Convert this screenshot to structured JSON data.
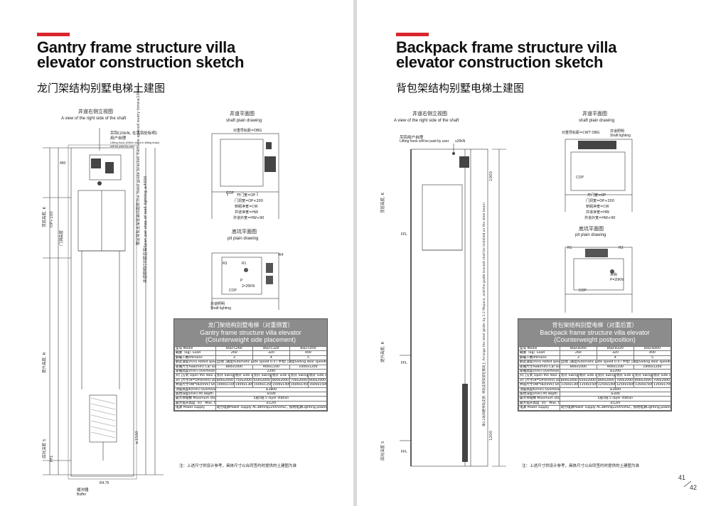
{
  "left": {
    "title_line1": "Gantry frame structure villa",
    "title_line2": "elevator construction sketch",
    "title_cn": "龙门架结构别墅电梯土建图",
    "side_view_cn": "井道右侧立视图",
    "side_view_en": "A view of the right side of the shaft",
    "hook_cn": "吊钩(20kN, 在吊钩处标明)",
    "hook_cn2": "用户自理",
    "hook_en1": "Lifting hook (20kN noted in lifting hoist)",
    "hook_en2": "will be paid by user.",
    "shaft_plain_cn": "井道平面图",
    "shaft_plain_en": "shaft plain drawing",
    "pit_plain_cn": "底坑平面图",
    "pit_plain_en": "pit plain drawing",
    "label_dbg": "对重导轨距=DBG",
    "label_door_width": "开门宽=OP",
    "label_door_plus": "门洞宽=OP+200",
    "label_car_width": "轿厢净宽=CW",
    "label_shaft_width": "井道净宽=HW",
    "label_shaft_plus": "井道外宽=HW+90",
    "label_r1": "R1",
    "label_r3": "R3",
    "label_r4": "R4",
    "label_kn": "2×20KN",
    "label_p": "P",
    "label_cop": "COP",
    "label_lighting": "Shaft lighting",
    "label_well_lighting": "井道照明",
    "vert_bracket": "限定导轨支架安装间距即The fixed guide bracket frame is spaced every time≤1000",
    "vert_light": "井道照明灯间距应每Span per step of well lighting ≤4000",
    "buffer_cn": "缓冲器",
    "buffer_en": "Buffer",
    "pit_size": "R4.75",
    "dim_450": "450",
    "dim_1500": "≥1500",
    "dim_op_plus": "OP+100",
    "dim_k": "顶层高度, K",
    "dim_r": "提升高度, R",
    "dim_s": "底坑深度 S",
    "dim_ffl": "FFL",
    "dim_cm": "门洞高度",
    "spec_head_cn": "龙门架结构别墅电梯（对重侧置）",
    "spec_head_en1": "Gantry frame structure villa elevator",
    "spec_head_en2": "(Counterweight side placement)",
    "spec_rows": [
      {
        "label": "型号 Model",
        "cols": [
          "BSD-L260",
          "BSD-L320",
          "BSD-L400"
        ]
      },
      {
        "label": "载重（kg）Load",
        "cols": [
          "260",
          "320",
          "400"
        ]
      },
      {
        "label": "额载人数/Persons",
        "cols": [
          "3",
          "4",
          "5"
        ]
      },
      {
        "label": "额定速度(m/s) Rated speed",
        "cols": [
          "自动门速度Automatic gate speed 0.4 / 手拉门速度Sliding door speed0.3"
        ]
      },
      {
        "label": "轿厢尺寸AxB(mm) Car size",
        "cols": [
          "800x1000",
          "900x1100",
          "1000x1200"
        ]
      },
      {
        "label": "轿厢高度(mm) Overhead height",
        "cols": [
          "2200"
        ]
      },
      {
        "label": "开门方式 Open the door way",
        "cols": [
          "旁开 Swing door",
          "侧开 Side open",
          "旁开 Swing door",
          "侧开 Side open",
          "旁开 Swing door",
          "侧开 Side open"
        ]
      },
      {
        "label": "开门尺寸OP*OPH(mm) Door-opening size",
        "cols": [
          "800x2000",
          "750x2000",
          "650x2000",
          "800x2000",
          "700x2000",
          "800x2000"
        ]
      },
      {
        "label": "井道尺寸HW*HD(mm) Shaft size",
        "cols": [
          "1400x1100",
          "1400x1300",
          "1500x1350",
          "1500x1400",
          "1600x1450",
          "1600x1500"
        ]
      },
      {
        "label": "顶层高度K(mm) Overhead depth",
        "cols": [
          "≥2800"
        ]
      },
      {
        "label": "底坑深度(mm) Pit depth",
        "cols": [
          "≥500"
        ]
      },
      {
        "label": "最大停站数 Maximum stopping number",
        "cols": [
          "5层5站  5 layer station"
        ]
      },
      {
        "label": "最大提升高度（R） Max. travel height",
        "cols": [
          "≤12m"
        ]
      },
      {
        "label": "电源 Power supply",
        "cols": [
          "动力电源Power supply AC380V或220V50HZ，照明电源Lighting power supply AC220V50HZ"
        ]
      }
    ],
    "note": "注：上述尺寸供设计参考，具体尺寸以合同签约时提供的土建图为准"
  },
  "right": {
    "title_line1": "Backpack frame structure villa",
    "title_line2": "elevator construction sketch",
    "title_cn": "背包架结构别墅电梯土建图",
    "side_view_cn": "井道右侧立视图",
    "side_view_en": "A view of the right side of the shaft",
    "hook_cn": "吊钩用户自理",
    "hook_en": "Lifting hook will be paid by user",
    "hook_kn": "≥20kN",
    "shaft_plain_cn": "井道平面图",
    "shaft_plain_en": "shaft plain drawing",
    "pit_plain_cn": "底坑平面图",
    "pit_plain_en": "pit plain drawing",
    "label_cwt": "对重导轨距=CWT DBG",
    "label_lighting_cn": "井道照明",
    "label_lighting_en": "Shaft lighting",
    "label_door_width": "开门宽=OP",
    "label_door_plus": "门洞宽=OP+200",
    "label_car_width": "轿厢净宽=CW",
    "label_shaft_width": "井道净宽=HW",
    "label_shaft_plus": "井道外宽=HW+90",
    "label_r1": "R1",
    "label_r3": "R3",
    "label_kn": "吊钩",
    "label_p": "P=20KN",
    "label_cop": "COP",
    "vert_girder": "每1.2米间距导轨支架, 导轨支架安装在钢梁上 Arrange the steel girder by 1.2 Mspace, and the guide bracket shall be installed on the steel beam",
    "dim_1000": "1000",
    "dim_1200": "1200",
    "dim_k": "顶层高度, K",
    "dim_r": "提升高度, R",
    "dim_s": "底坑深度 S",
    "dim_ffl": "FFL",
    "spec_head_cn": "背包架结构别墅电梯（对重后置）",
    "spec_head_en1": "Backpack frame structure villa elevator",
    "spec_head_en2": "(Counterweight postposition)",
    "spec_rows": [
      {
        "label": "型号 Model",
        "cols": [
          "BSD-B260",
          "BSD-B320",
          "BSD-B400"
        ]
      },
      {
        "label": "载重（kg）Load",
        "cols": [
          "260",
          "320",
          "400"
        ]
      },
      {
        "label": "额载人数/Persons",
        "cols": [
          "3",
          "4",
          "5"
        ]
      },
      {
        "label": "额定速度(m/s) Rated speed",
        "cols": [
          "自动门速度Automatic gate speed 0.4 / 手拉门速度Sliding door speed0.3"
        ]
      },
      {
        "label": "轿厢尺寸AxB(mm) Car size",
        "cols": [
          "800x1000",
          "900x1100",
          "1000x1200"
        ]
      },
      {
        "label": "轿厢高度(mm) Overhead height",
        "cols": [
          "≥2200"
        ]
      },
      {
        "label": "开门方式 Open the door way",
        "cols": [
          "旁开 Swing door",
          "侧开 Side open",
          "旁开 Swing door",
          "侧开 Side open",
          "旁开 Swing door",
          "侧开 Side open"
        ]
      },
      {
        "label": "开门尺寸OP*OPH(mm) Door-opening size",
        "cols": [
          "800x2000",
          "650x2000",
          "800x2000",
          "700x2000",
          "800x2000",
          "700x2000"
        ]
      },
      {
        "label": "井道尺寸HW*HD(mm) Shaft size",
        "cols": [
          "1150x1300",
          "1150x1500",
          "1250x1400",
          "1250x1600",
          "1350x1500",
          "1350x1700"
        ]
      },
      {
        "label": "顶层高度K(mm) Overhead depth",
        "cols": [
          "≥2600"
        ]
      },
      {
        "label": "底坑深度(mm) Pit depth",
        "cols": [
          "≥300"
        ]
      },
      {
        "label": "最大停站数 Maximum stopping number",
        "cols": [
          "5层5站  5 layer station"
        ]
      },
      {
        "label": "最大提升高度（R） Max. travel height",
        "cols": [
          "≤12m"
        ]
      },
      {
        "label": "电源 Power supply",
        "cols": [
          "动力电源Power supply AC380V或220V50HZ，照明电源Lighting power supply AC220V50HZ"
        ]
      }
    ],
    "note": "注：上述尺寸供设计参考，具体尺寸以合同签约时提供的土建图为准"
  },
  "page_numbers": {
    "left": "41",
    "right": "42"
  },
  "colors": {
    "accent": "#d9262e",
    "header_gray": "#8c8c8c"
  }
}
